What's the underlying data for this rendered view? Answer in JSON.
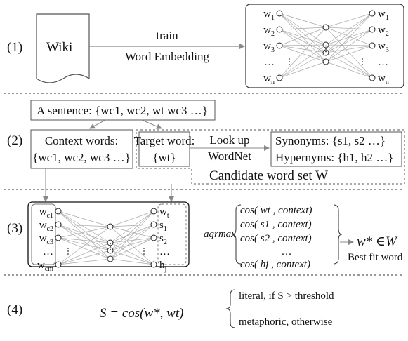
{
  "steps": {
    "s1": "(1)",
    "s2": "(2)",
    "s3": "(3)",
    "s4": "(4)"
  },
  "step1": {
    "source_label": "Wiki",
    "arrow_top": "train",
    "arrow_bottom": "Word Embedding",
    "nn_inputs": [
      "w1",
      "w2",
      "w3",
      "…",
      "wn"
    ],
    "nn_outputs": [
      "w1",
      "w2",
      "w3",
      "…",
      "wn"
    ]
  },
  "step2": {
    "sentence": "A sentence: {wc1, wc2, wt wc3 …}",
    "context_title": "Context words:",
    "context_set": "{wc1, wc2, wc3 …}",
    "target_title": "Target word:",
    "target_set": "{wt}",
    "lookup_top": "Look up",
    "lookup_bottom": "WordNet",
    "synonyms": "Synonyms: {s1, s2 …}",
    "hypernyms": "Hypernyms: {h1, h2 …}",
    "candidate_label": "Candidate word set W"
  },
  "step3": {
    "nn_inputs": [
      "wc1",
      "wc2",
      "wc3",
      "…",
      "wcm"
    ],
    "nn_outputs": [
      "wt",
      "s1",
      "s2",
      "…",
      "hj"
    ],
    "argmax_label": "agrmax",
    "cos_terms": [
      "cos( wt , context)",
      "cos( s1 , context)",
      "cos( s2 , context)",
      "…",
      "cos( hj , context)"
    ],
    "result": "w* ∈W",
    "result_caption": "Best fit word"
  },
  "step4": {
    "formula": "S = cos(w*, wt)",
    "case_literal": "literal, if S > threshold",
    "case_metaphoric": "metaphoric, otherwise"
  }
}
